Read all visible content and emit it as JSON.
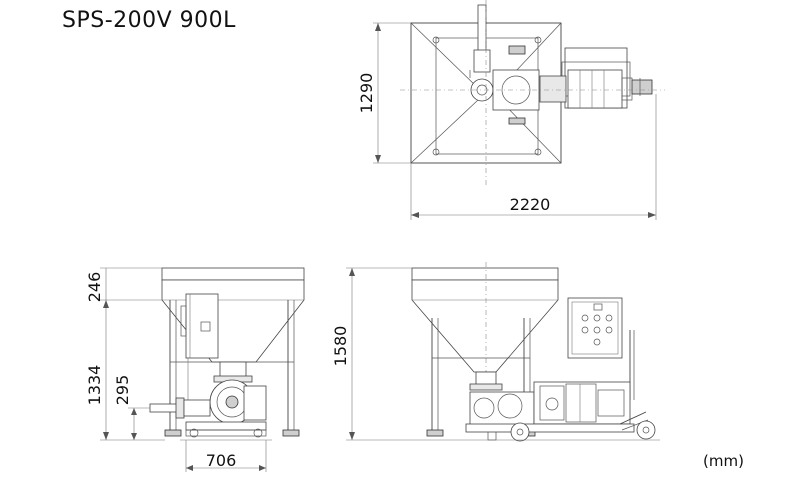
{
  "title": "SPS-200V 900L",
  "unit_label": "(mm)",
  "dimensions": {
    "top_view_depth": "1290",
    "top_view_width": "2220",
    "side_hopper_top": "246",
    "side_total_left": "1334",
    "side_outlet_height": "295",
    "side_base_width": "706",
    "front_total_height": "1580"
  }
}
